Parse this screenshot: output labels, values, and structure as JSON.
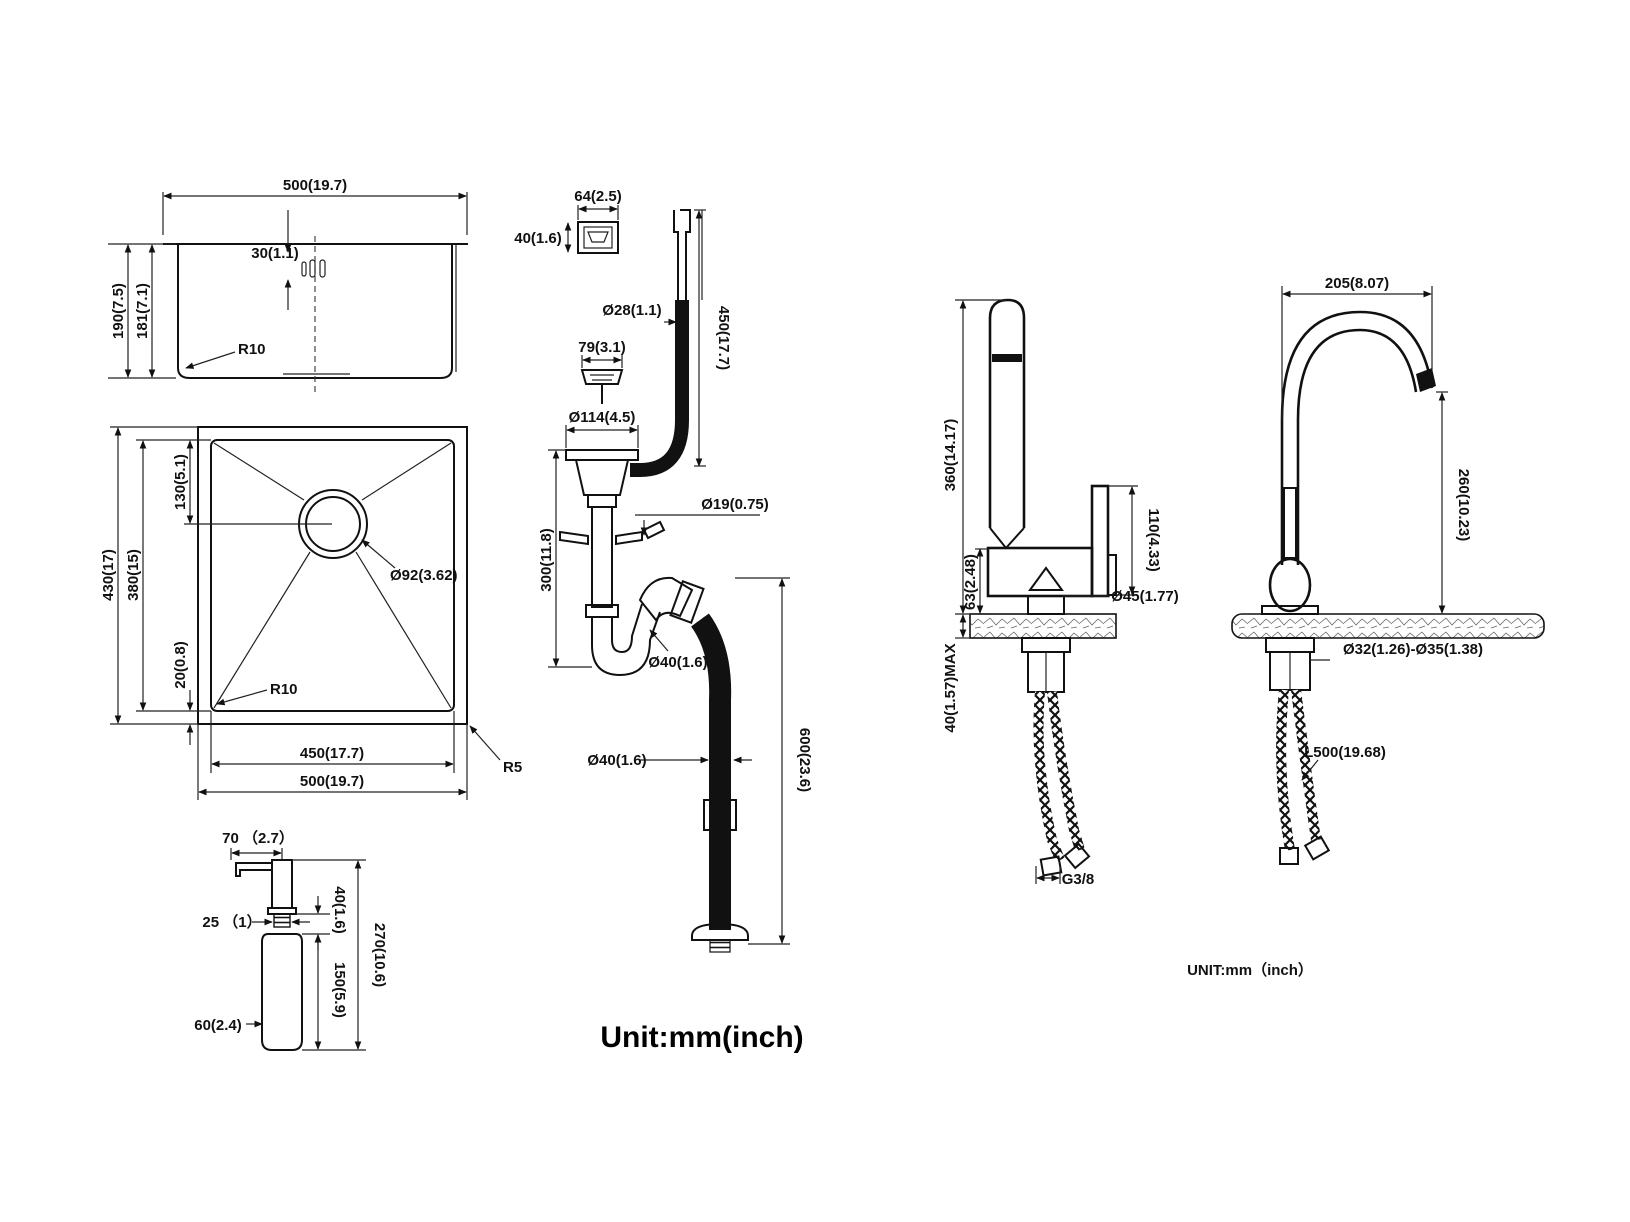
{
  "units": {
    "left": "Unit:mm(inch)",
    "right": "UNIT:mm（inch）"
  },
  "sink": {
    "side_view": {
      "width": "500(19.7)",
      "height_total": "190(7.5)",
      "height_inner": "181(7.1)",
      "drain_offset": "30(1.1)",
      "corner_radius": "R10"
    },
    "top_view": {
      "drain_from_top": "130(5.1)",
      "drain_diameter": "Ø92(3.62)",
      "depth_outer": "430(17)",
      "depth_inner": "380(15)",
      "rim": "20(0.8)",
      "corner_radius": "R10",
      "inner_width": "450(17.7)",
      "outer_width": "500(19.7)",
      "outer_radius": "R5"
    }
  },
  "dispenser": {
    "spout_length": "70 （2.7）",
    "collar": "25 （1）",
    "neck_height": "40(1.6)",
    "bottle_height": "150(5.9)",
    "total_height": "270(10.6)",
    "diameter": "60(2.4)"
  },
  "drain": {
    "overflow_width": "64(2.5)",
    "overflow_height": "40(1.6)",
    "hose_diameter": "Ø28(1.1)",
    "basket_diameter": "79(3.1)",
    "flange_diameter": "Ø114(4.5)",
    "hose_length": "450(17.7)",
    "tap_diameter": "Ø19(0.75)",
    "trap_height": "300(11.8)",
    "pipe_diameter": "Ø40(1.6)",
    "outlet_diameter": "Ø40(1.6)",
    "outlet_length": "600(23.6)"
  },
  "faucet_left": {
    "height": "360(14.17)",
    "handle_height": "110(4.33)",
    "base_height": "63(2.48)",
    "base_diameter": "Ø45(1.77)",
    "counter_max": "40(1.57)MAX",
    "thread": "G3/8"
  },
  "faucet_right": {
    "reach": "205(8.07)",
    "spout_height": "260(10.23)",
    "hole_diameter": "Ø32(1.26)-Ø35(1.38)",
    "hose_length": "L500(19.68)"
  }
}
